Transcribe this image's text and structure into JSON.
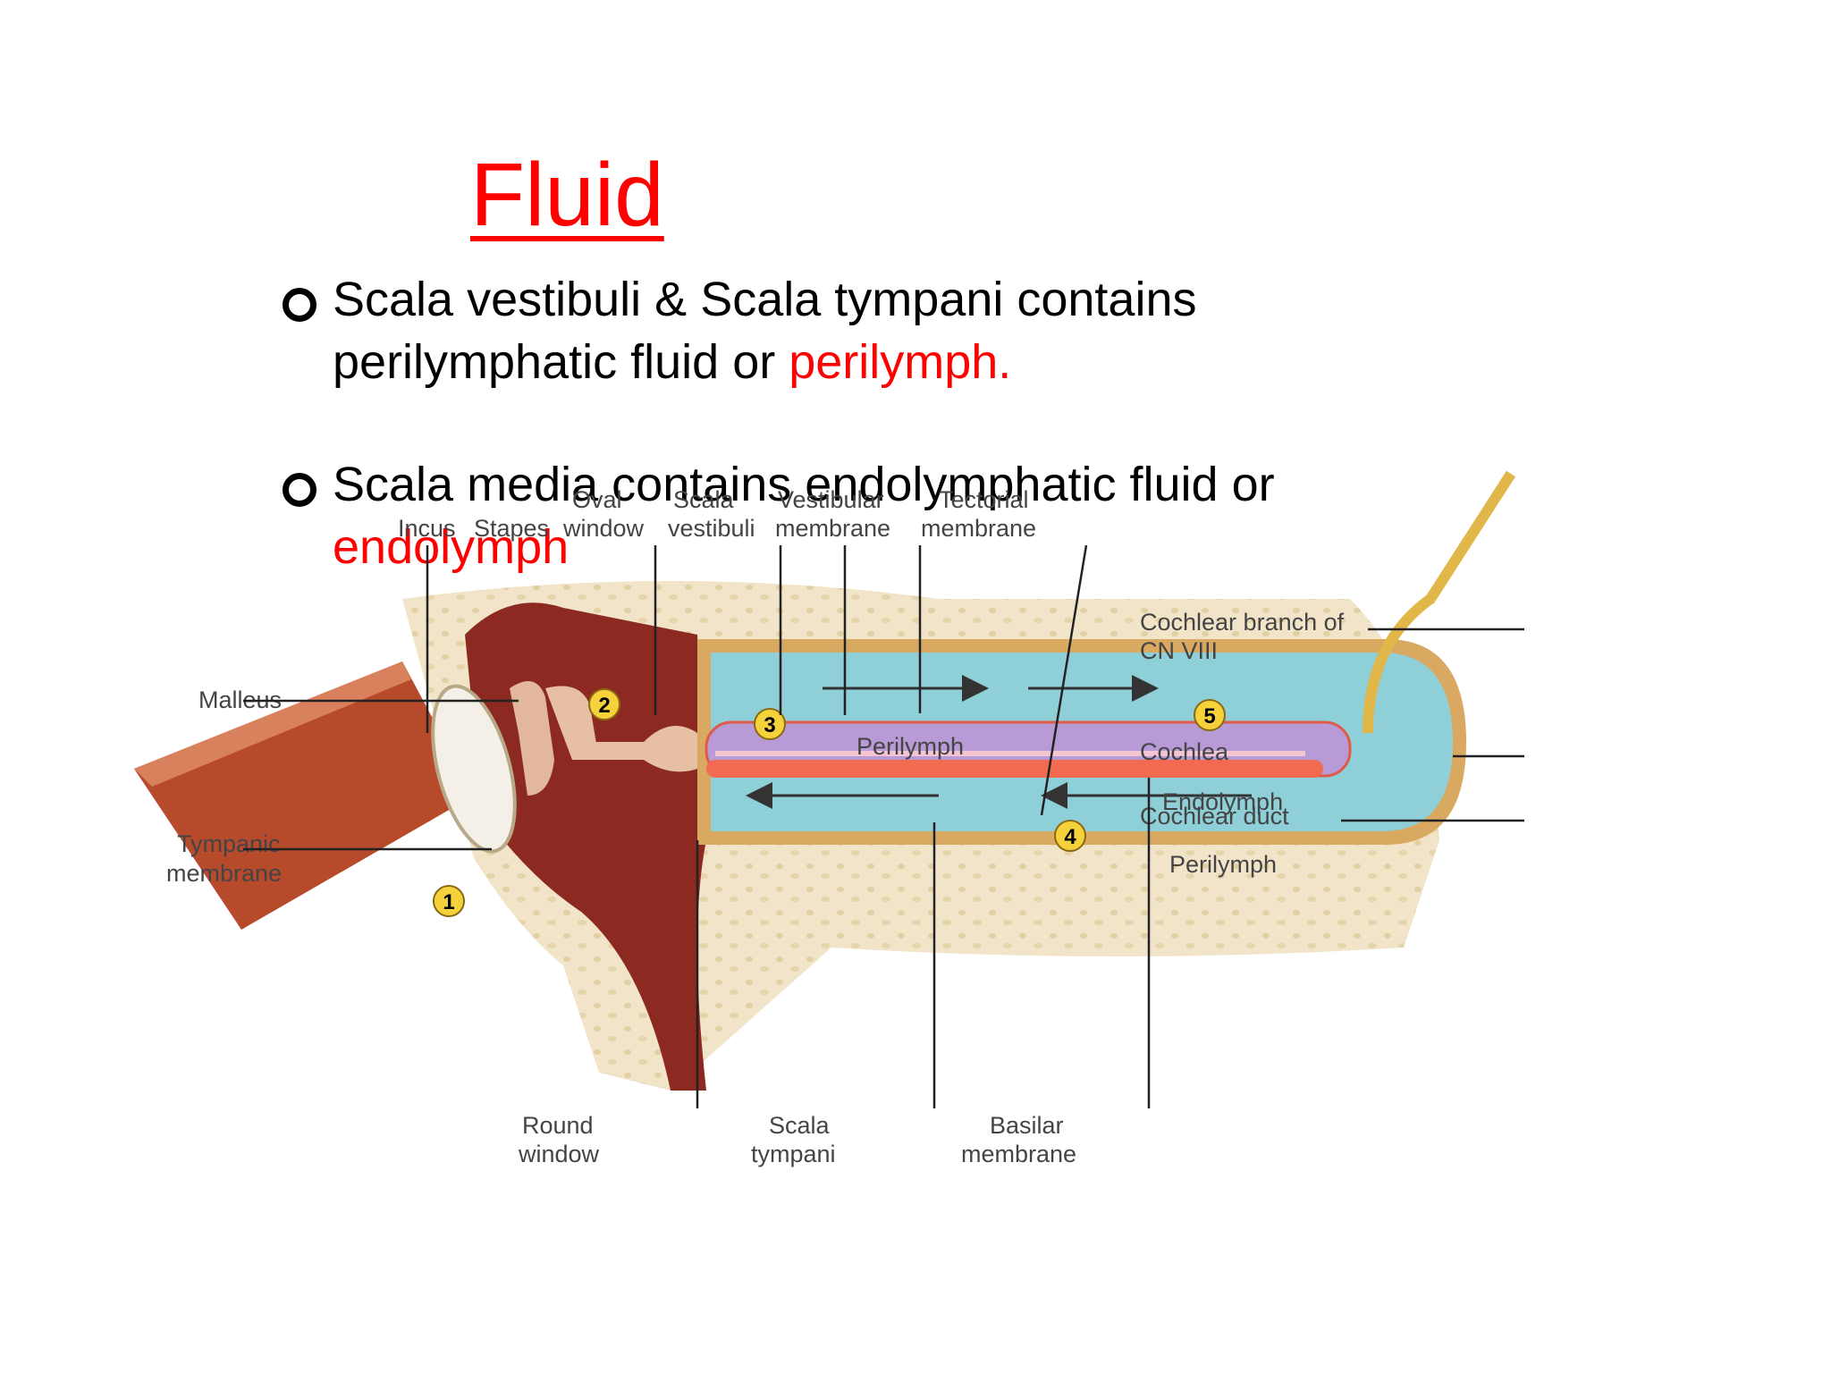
{
  "slide": {
    "title": "Fluid",
    "bullets": [
      {
        "line1": "Scala vestibuli & Scala tympani contains",
        "line2_black": "perilymphatic fluid or ",
        "line2_red": "perilymph."
      },
      {
        "line1": "Scala media contains endolymphatic fluid or",
        "line2_red": "endolymph"
      }
    ]
  },
  "diagram": {
    "labels": {
      "incus": "Incus",
      "stapes": "Stapes",
      "oval_window_1": "Oval",
      "oval_window_2": "window",
      "scala_vestibuli_1": "Scala",
      "scala_vestibuli_2": "vestibuli",
      "vestibular_membrane_1": "Vestibular",
      "vestibular_membrane_2": "membrane",
      "tectorial_membrane_1": "Tectorial",
      "tectorial_membrane_2": "membrane",
      "cochlear_branch_1": "Cochlear branch of",
      "cochlear_branch_2": "CN VIII",
      "malleus": "Malleus",
      "cochlea": "Cochlea",
      "cochlear_duct": "Cochlear duct",
      "tympanic_membrane_1": "Tympanic",
      "tympanic_membrane_2": "membrane",
      "round_window_1": "Round",
      "round_window_2": "window",
      "scala_tympani_1": "Scala",
      "scala_tympani_2": "tympani",
      "basilar_membrane_1": "Basilar",
      "basilar_membrane_2": "membrane",
      "perilymph_top": "Perilymph",
      "endolymph": "Endolymph",
      "perilymph_bottom": "Perilymph"
    },
    "steps": [
      "1",
      "2",
      "3",
      "4",
      "5"
    ],
    "colors": {
      "bone": "#efe2c4",
      "middle_ear": "#8c2a22",
      "perilymph": "#8fd0d8",
      "endolymph": "#b79ad6",
      "basilar": "#f26b50",
      "badge": "#f5d23c"
    }
  }
}
